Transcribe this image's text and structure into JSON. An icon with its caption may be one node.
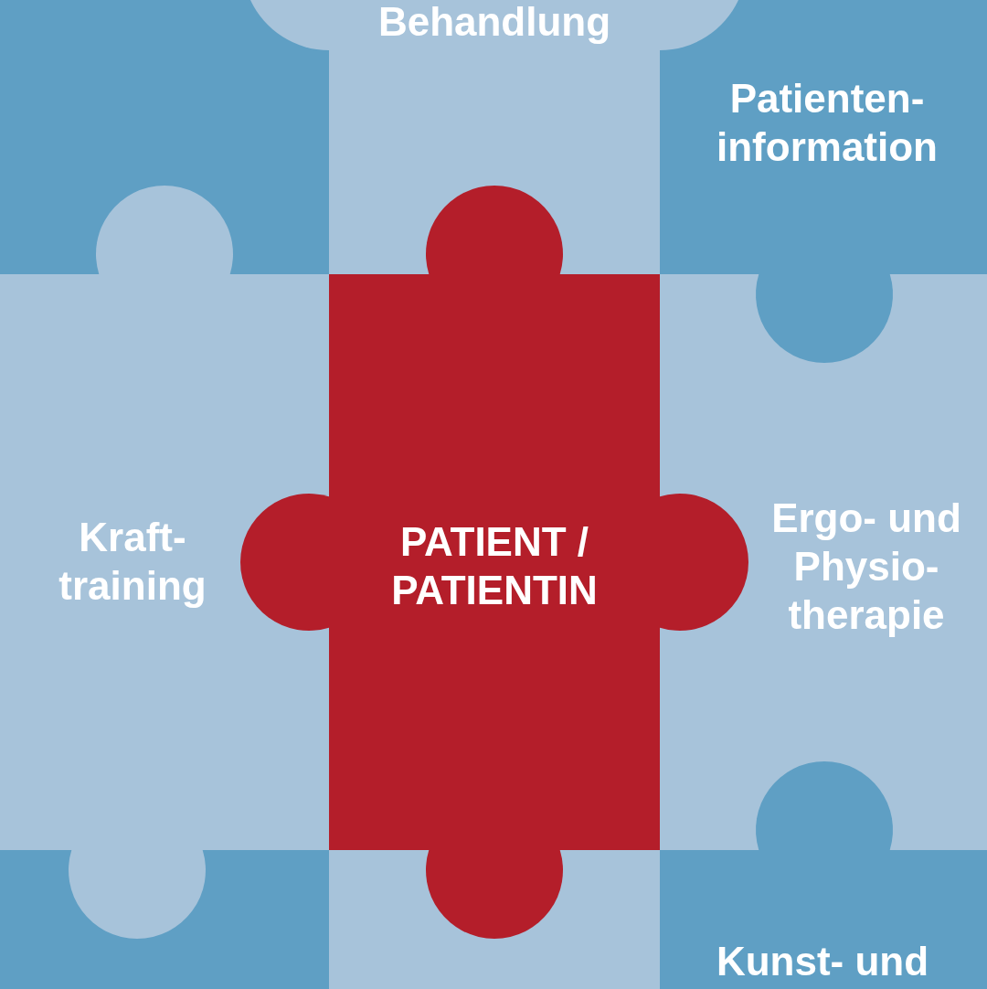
{
  "diagram": {
    "nodes": [
      {
        "text": [],
        "shape": "box"
      },
      {
        "text": [
          "Behandlung"
        ]
      },
      {
        "text": [
          "Patienten- information"
        ]
      },
      {
        "text": [
          "Kraft- training"
        ]
      },
      {
        "text": [
          "PATIENT / PATIENTIN"
        ]
      },
      {
        "text": [
          "Ergo- und Physio- therapie"
        ]
      },
      {
        "text": [],
        "shape": "box"
      },
      {
        "text": [],
        "shape": "box"
      },
      {
        "text": [
          "Kunst- und"
        ]
      }
    ]
  }
}
